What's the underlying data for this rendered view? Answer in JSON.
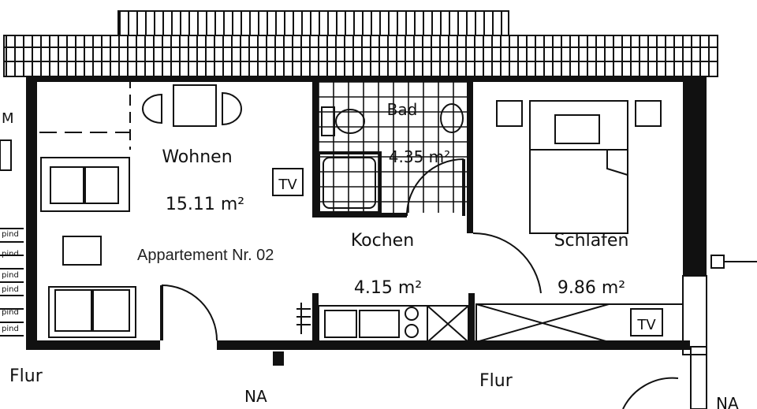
{
  "plan": {
    "apartment_title": "Appartement Nr. 02",
    "rooms": [
      {
        "name": "Wohnen",
        "area": "15.11 m²"
      },
      {
        "name": "Bad",
        "area": "4.35 m²"
      },
      {
        "name": "Kochen",
        "area": "4.15 m²"
      },
      {
        "name": "Schlafen",
        "area": "9.86 m²"
      }
    ],
    "corridor_labels": [
      "Flur",
      "Flur"
    ],
    "tv_labels": [
      "TV",
      "TV"
    ],
    "other_labels": [
      "NA",
      "NA",
      "M"
    ],
    "window_labels": [
      "pind",
      "pind",
      "pind",
      "pind",
      "pind",
      "pind"
    ]
  }
}
